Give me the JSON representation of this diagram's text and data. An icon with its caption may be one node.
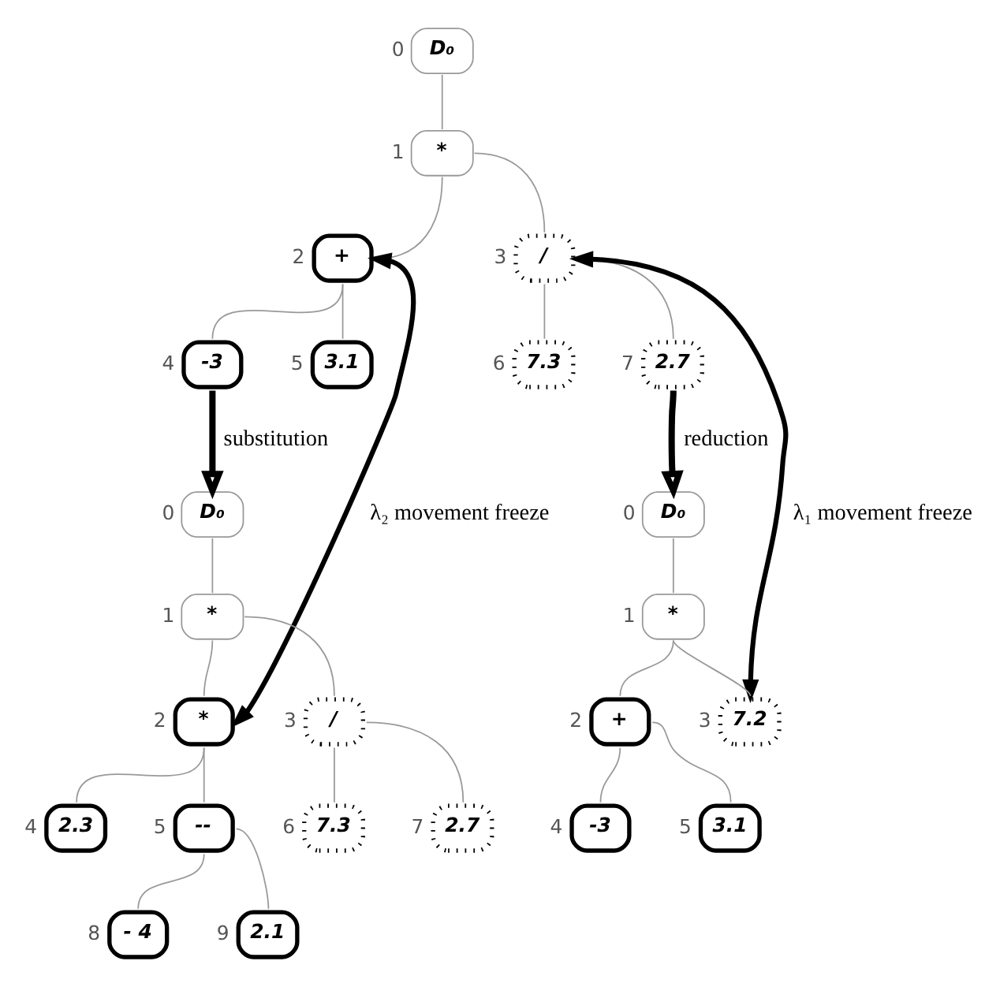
{
  "diagram": {
    "nodes": [
      {
        "text": [
          "D₀"
        ],
        "beside": [
          "0"
        ]
      },
      {
        "text": [
          "*"
        ],
        "beside": [
          "1"
        ]
      },
      {
        "text": [
          "+"
        ],
        "beside": [
          "2"
        ]
      },
      {
        "text": [
          "/"
        ],
        "beside": [
          "3"
        ]
      },
      {
        "text": [
          "-3"
        ],
        "beside": [
          "4"
        ]
      },
      {
        "text": [
          "3.1"
        ],
        "beside": [
          "5"
        ]
      },
      {
        "text": [
          "7.3"
        ],
        "beside": [
          "6"
        ]
      },
      {
        "text": [
          "2.7"
        ],
        "beside": [
          "7"
        ]
      },
      {
        "text": [
          "D₀"
        ],
        "beside": [
          "0"
        ]
      },
      {
        "text": [
          "*"
        ],
        "beside": [
          "1"
        ]
      },
      {
        "text": [
          "*"
        ],
        "beside": [
          "2"
        ]
      },
      {
        "text": [
          "/"
        ],
        "beside": [
          "3"
        ]
      },
      {
        "text": [
          "2.3"
        ],
        "beside": [
          "4"
        ]
      },
      {
        "text": [
          "--"
        ],
        "beside": [
          "5"
        ]
      },
      {
        "text": [
          "7.3"
        ],
        "beside": [
          "6"
        ]
      },
      {
        "text": [
          "2.7"
        ],
        "beside": [
          "7"
        ]
      },
      {
        "text": [
          "- 4"
        ],
        "beside": [
          "8"
        ]
      },
      {
        "text": [
          "2.1"
        ],
        "beside": [
          "9"
        ]
      },
      {
        "text": [
          "D₀"
        ],
        "beside": [
          "0"
        ]
      },
      {
        "text": [
          "*"
        ],
        "beside": [
          "1"
        ]
      },
      {
        "text": [
          "+"
        ],
        "beside": [
          "2"
        ]
      },
      {
        "text": [
          "7.2"
        ],
        "beside": [
          "3"
        ]
      },
      {
        "text": [
          "-3"
        ],
        "beside": [
          "4"
        ]
      },
      {
        "text": [
          "3.1"
        ],
        "beside": [
          "5"
        ]
      }
    ],
    "edges": [
      {
        "from": 0,
        "to": 1,
        "arrow": "none"
      },
      {
        "from": 1,
        "to": 2,
        "arrow": "none"
      },
      {
        "from": 1,
        "to": 3,
        "arrow": "none"
      },
      {
        "from": 2,
        "to": 4,
        "arrow": "none"
      },
      {
        "from": 2,
        "to": 5,
        "arrow": "none"
      },
      {
        "from": 3,
        "to": 6,
        "arrow": "none"
      },
      {
        "from": 3,
        "to": 7,
        "arrow": "none"
      },
      {
        "from": 8,
        "to": 9,
        "arrow": "none"
      },
      {
        "from": 9,
        "to": 10,
        "arrow": "none"
      },
      {
        "from": 9,
        "to": 11,
        "arrow": "none"
      },
      {
        "from": 10,
        "to": 12,
        "arrow": "none"
      },
      {
        "from": 10,
        "to": 13,
        "arrow": "none"
      },
      {
        "from": 11,
        "to": 14,
        "arrow": "none"
      },
      {
        "from": 11,
        "to": 15,
        "arrow": "none"
      },
      {
        "from": 13,
        "to": 16,
        "arrow": "none"
      },
      {
        "from": 13,
        "to": 17,
        "arrow": "none"
      },
      {
        "from": 18,
        "to": 19,
        "arrow": "none"
      },
      {
        "from": 19,
        "to": 20,
        "arrow": "none"
      },
      {
        "from": 19,
        "to": 21,
        "arrow": "none"
      },
      {
        "from": 20,
        "to": 22,
        "arrow": "none"
      },
      {
        "from": 20,
        "to": 23,
        "arrow": "none"
      },
      {
        "from": 2,
        "to": 10,
        "arrow": "both",
        "label": "λ₂ movement freeze",
        "style": "thick",
        "color": "#000000"
      },
      {
        "from": 3,
        "to": 21,
        "arrow": "both",
        "label": "λ₁ movement freeze",
        "style": "thick",
        "color": "#000000"
      },
      {
        "from": 4,
        "to": 8,
        "arrow": "to",
        "label": "substitution",
        "style": "thick",
        "color": "#000000"
      },
      {
        "from": 7,
        "to": 18,
        "arrow": "to",
        "label": "reduction",
        "style": "thick",
        "color": "#000000"
      }
    ]
  }
}
